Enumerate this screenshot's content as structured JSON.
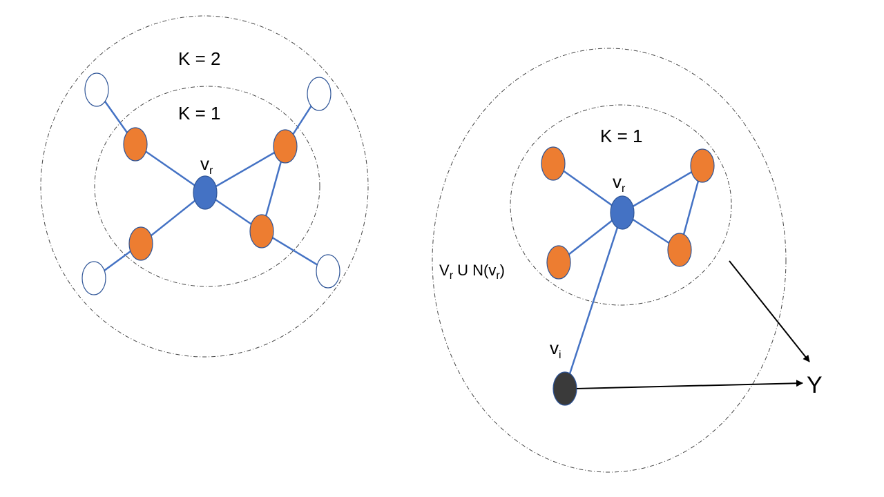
{
  "colors": {
    "node_center": "#4472c4",
    "node_hop1": "#ed7d31",
    "node_hop2_fill": "#ffffff",
    "node_hop2_stroke": "#2f5597",
    "node_target": "#3a3a3a",
    "edge": "#4472c4",
    "ring": "#444444",
    "arrow": "#000000"
  },
  "left_diagram": {
    "k2_label": "K = 2",
    "k1_label": "K = 1",
    "center": {
      "main": "v",
      "sub": "r"
    }
  },
  "right_diagram": {
    "k1_label": "K = 1",
    "center": {
      "main": "v",
      "sub": "r"
    },
    "union_label": {
      "a": "V",
      "a_sub": "r",
      "b": " U N(v",
      "b_sub": "r",
      "c": ")"
    },
    "target": {
      "main": "v",
      "sub": "i"
    },
    "output_label": "Y"
  }
}
